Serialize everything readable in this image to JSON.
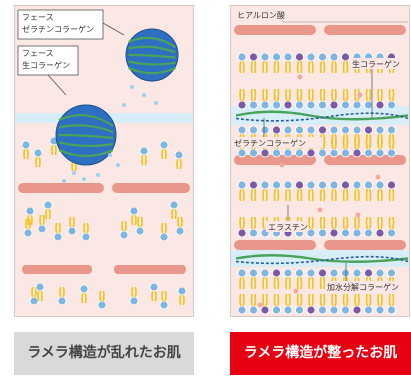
{
  "left_panel": {
    "label_phase_gelatin": "フェース\nゼラチンコラーゲン",
    "label_phase_raw": "フェース\n生コラーゲン",
    "caption": "ラメラ構造が乱れたお肌"
  },
  "right_panel": {
    "label_hyaluronic": "ヒアルロン酸",
    "label_raw_collagen": "生コラーゲン",
    "label_gelatin_collagen": "ゼラチンコラーゲン",
    "label_elastin": "エラスチン",
    "label_hydrolyzed_collagen": "加水分解コラーゲン",
    "caption": "ラメラ構造が整ったお肌"
  },
  "colors": {
    "panel_bg": "#fbe7e3",
    "panel_border": "#d9c9c5",
    "lipid_tail": "#f2c418",
    "lipid_head": "#7fb6e0",
    "water_channel": "#d7eef8",
    "salmon_bar": "#e8978a",
    "purple_head": "#7b5aa6",
    "sphere_blue": "#2d6fc0",
    "strand_green": "#4aa35a",
    "caption_left_bg": "#d9d9d9",
    "caption_right_bg": "#e60012"
  }
}
